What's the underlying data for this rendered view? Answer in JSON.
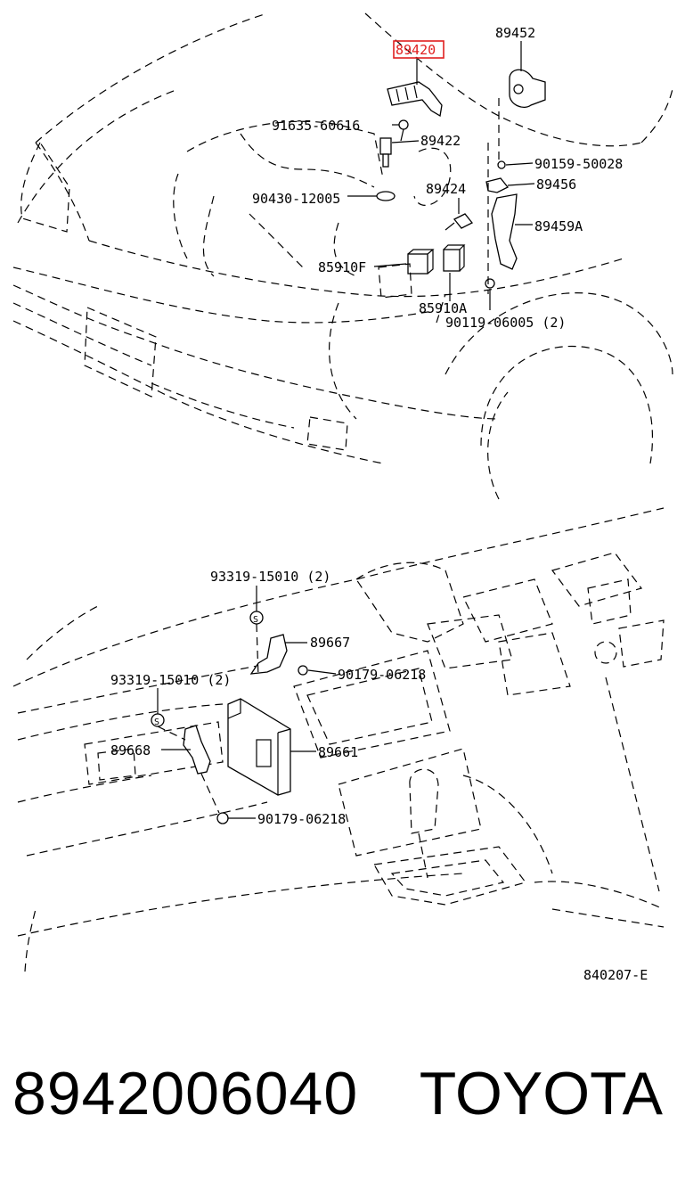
{
  "diagram": {
    "highlighted_part": "89420",
    "callouts": {
      "c89452": "89452",
      "c89420": "89420",
      "c91635": "91635-60616",
      "c89422": "89422",
      "c90159": "90159-50028",
      "c90430": "90430-12005",
      "c89424": "89424",
      "c89456": "89456",
      "c89459A": "89459A",
      "c85910F": "85910F",
      "c85910A": "85910A",
      "c90119": "90119-06005 (2)",
      "c93319a": "93319-15010 (2)",
      "c89667": "89667",
      "c90179a": "90179-06218",
      "c93319b": "93319-15010 (2)",
      "c89668": "89668",
      "c89661": "89661",
      "c90179b": "90179-06218"
    },
    "figure_code": "840207-E",
    "colors": {
      "highlight": "#e02020",
      "ink": "#000000"
    }
  },
  "footer": {
    "part_number": "8942006040",
    "brand": "TOYOTA"
  }
}
